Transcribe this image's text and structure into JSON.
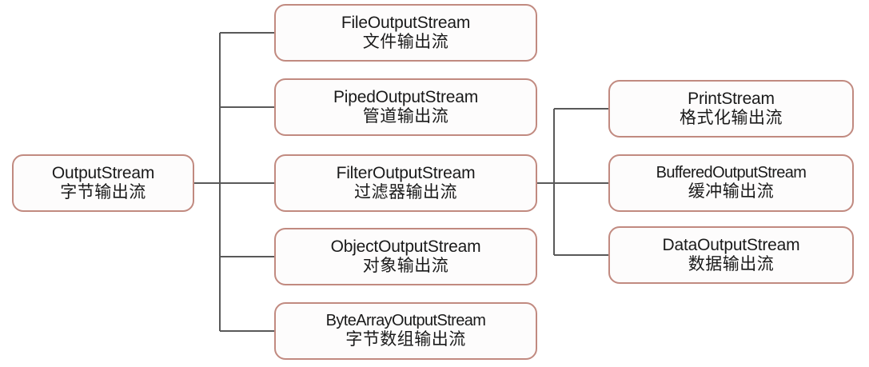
{
  "diagram": {
    "type": "hierarchy-tree",
    "orientation": "left-to-right",
    "colors": {
      "node_border": "#c18a80",
      "node_fill": "#fdfcfc",
      "connector": "#595959",
      "text": "#1a1a1a",
      "background": "#ffffff"
    },
    "root": {
      "en": "OutputStream",
      "cn": "字节输出流"
    },
    "children": [
      {
        "en": "FileOutputStream",
        "cn": "文件输出流"
      },
      {
        "en": "PipedOutputStream",
        "cn": "管道输出流"
      },
      {
        "en": "FilterOutputStream",
        "cn": "过滤器输出流"
      },
      {
        "en": "ObjectOutputStream",
        "cn": "对象输出流"
      },
      {
        "en": "ByteArrayOutputStream",
        "cn": "字节数组输出流"
      }
    ],
    "grandchildren_of": "FilterOutputStream",
    "grandchildren": [
      {
        "en": "PrintStream",
        "cn": "格式化输出流"
      },
      {
        "en": "BufferedOutputStream",
        "cn": "缓冲输出流"
      },
      {
        "en": "DataOutputStream",
        "cn": "数据输出流"
      }
    ]
  }
}
